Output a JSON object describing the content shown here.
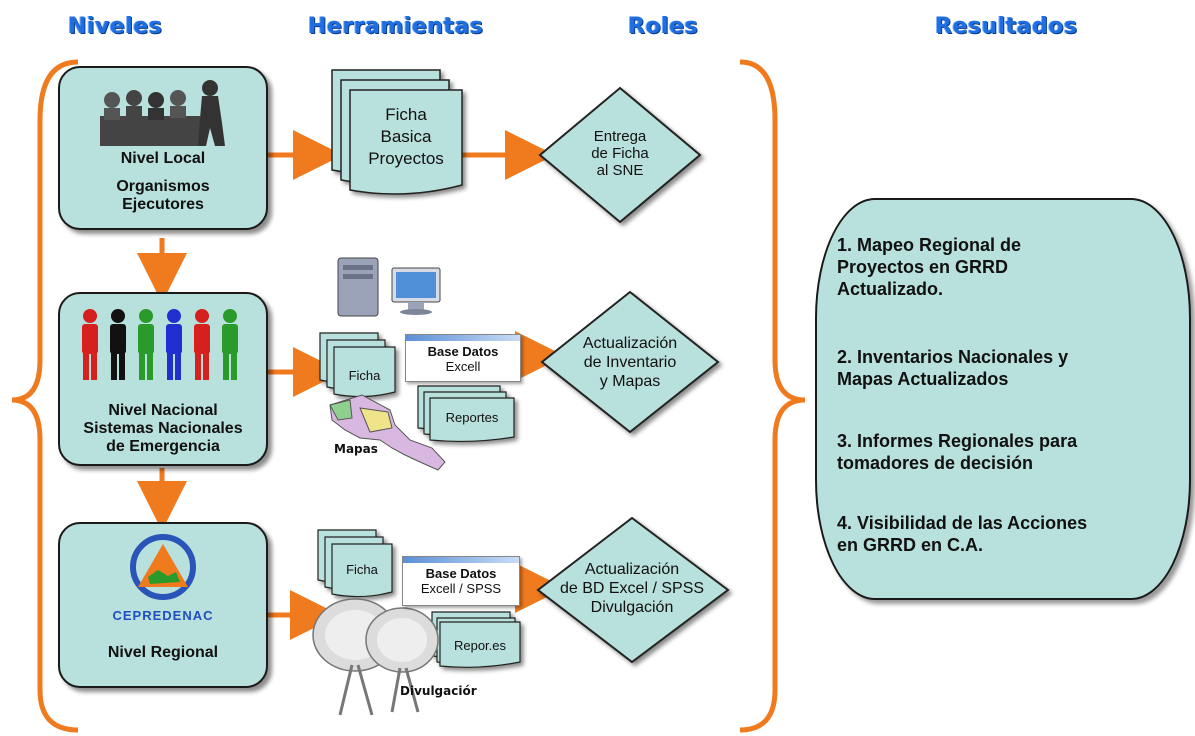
{
  "headers": {
    "niveles": "Niveles",
    "herramientas": "Herramientas",
    "roles": "Roles",
    "resultados": "Resultados"
  },
  "levels": {
    "local": {
      "line1": "Nivel Local",
      "line2": "Organismos",
      "line3": "Ejecutores"
    },
    "nacional": {
      "line1": "Nivel Nacional",
      "line2": "Sistemas Nacionales",
      "line3": "de Emergencia"
    },
    "regional": {
      "logo_text": "CEPREDENAC",
      "line1": "Nivel Regional"
    }
  },
  "tools": {
    "row1": {
      "doc_line1": "Ficha",
      "doc_line2": "Basica",
      "doc_line3": "Proyectos"
    },
    "row2": {
      "ficha": "Ficha",
      "db_title": "Base Datos",
      "db_sub": "Excell",
      "reportes": "Reportes",
      "map_label": "Mapas"
    },
    "row3": {
      "ficha": "Ficha",
      "db_title": "Base Datos",
      "db_sub": "Excell / SPSS",
      "reportes": "Repor.es",
      "divulgacion": "Divulgaciór"
    }
  },
  "roles": {
    "row1": {
      "line1": "Entrega",
      "line2": "de Ficha",
      "line3": "al SNE"
    },
    "row2": {
      "line1": "Actualización",
      "line2": "de Inventario",
      "line3": "y Mapas"
    },
    "row3": {
      "line1": "Actualización",
      "line2": "de BD Excel / SPSS",
      "line3": "Divulgación"
    }
  },
  "results": {
    "r1a": "1. Mapeo Regional de",
    "r1b": "Proyectos en GRRD",
    "r1c": "Actualizado.",
    "r2a": "2. Inventarios Nacionales y",
    "r2b": "Mapas Actualizados",
    "r3a": "3. Informes Regionales para",
    "r3b": "tomadores de decisión",
    "r4a": "4. Visibilidad de las Acciones",
    "r4b": "en GRRD en C.A."
  },
  "colors": {
    "box_fill": "#b8e0dc",
    "arrow": "#f07a1e",
    "header": "#1f6fe0"
  }
}
